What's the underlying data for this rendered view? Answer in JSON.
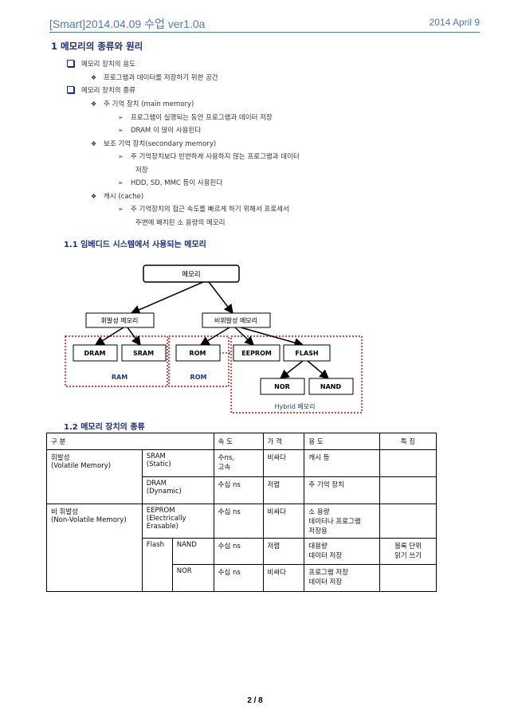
{
  "header": {
    "left": "[Smart]2014.04.09 수업 ver1.0a",
    "right": "2014 April 9"
  },
  "section1": {
    "title": "1 메모리의 종류와 원리"
  },
  "outline": [
    {
      "level": 1,
      "text": "메모리 장치의 용도"
    },
    {
      "level": 2,
      "text": "프로그램과 데이터를 저장하기 위한 공간"
    },
    {
      "level": 1,
      "text": "메모리 장치의 종류"
    },
    {
      "level": 2,
      "text": "주 기억 장치 (main memory)"
    },
    {
      "level": 3,
      "text": "프로그램이 실행되는 동안 프로그램과 데이터 저장"
    },
    {
      "level": 3,
      "text": "DRAM 이 많이 사용된다"
    },
    {
      "level": 2,
      "text": "보조 기억 장치(secondary memory)"
    },
    {
      "level": 3,
      "text": "주 기억장치보다 빈번하게 사용하지 않는 프로그램과 데이터"
    },
    {
      "level": 4,
      "text": "저장"
    },
    {
      "level": 3,
      "text": "HDD, SD, MMC 등이 사용된다"
    },
    {
      "level": 2,
      "text": "캐시 (cache)"
    },
    {
      "level": 3,
      "text": "주 기억장치의 접근 속도를 빠르게 하기 위해서 프로세서"
    },
    {
      "level": 4,
      "text": "주변에 배치된 소 용량의 메모리"
    }
  ],
  "section11": {
    "title": "1.1 임베디드 시스템에서 사용되는 메모리"
  },
  "diagram": {
    "root": "메모리",
    "volatile": "휘발성 메모리",
    "nonvolatile": "비휘발성 메모리",
    "dram": "DRAM",
    "sram": "SRAM",
    "rom": "ROM",
    "eeprom": "EEPROM",
    "flash": "FLASH",
    "nor": "NOR",
    "nand": "NAND",
    "group_ram": "RAM",
    "group_rom": "ROM",
    "group_hybrid": "Hybrid 메모리"
  },
  "section12": {
    "title": "1.2 메모리 장치의 종류"
  },
  "table": {
    "headers": {
      "kind": "구 분",
      "speed": "속 도",
      "price": "가 격",
      "use": "용 도",
      "feature": "특 징"
    },
    "volatile": {
      "label": "휘발성\n(Volatile Memory)",
      "sram": {
        "name": "SRAM\n(Static)",
        "speed": "수ns,\n고속",
        "price": "비싸다",
        "use": "캐시 등",
        "feature": ""
      },
      "dram": {
        "name": "DRAM\n(Dynamic)",
        "speed": "수십 ns",
        "price": "저렴",
        "use": "주 기억 장치",
        "feature": ""
      }
    },
    "nonvolatile": {
      "label": "비 휘발성\n(Non-Volatile Memory)",
      "eeprom": {
        "name": "EEPROM\n(Electrically\nErasable)",
        "speed": "수십 ns",
        "price": "비싸다",
        "use": "소 용량\n데이터나 프로그램\n저장용",
        "feature": ""
      },
      "flash": "Flash",
      "nand": {
        "name": "NAND",
        "speed": "수십 ns",
        "price": "저렴",
        "use": "대용량\n데이터 저장",
        "feature": "블록 단위\n읽기 쓰기"
      },
      "nor": {
        "name": "NOR",
        "speed": "수십 ns",
        "price": "비싸다",
        "use": "프로그램 저장\n데이터 저장",
        "feature": ""
      }
    }
  },
  "footer": {
    "page": "2 / 8"
  }
}
